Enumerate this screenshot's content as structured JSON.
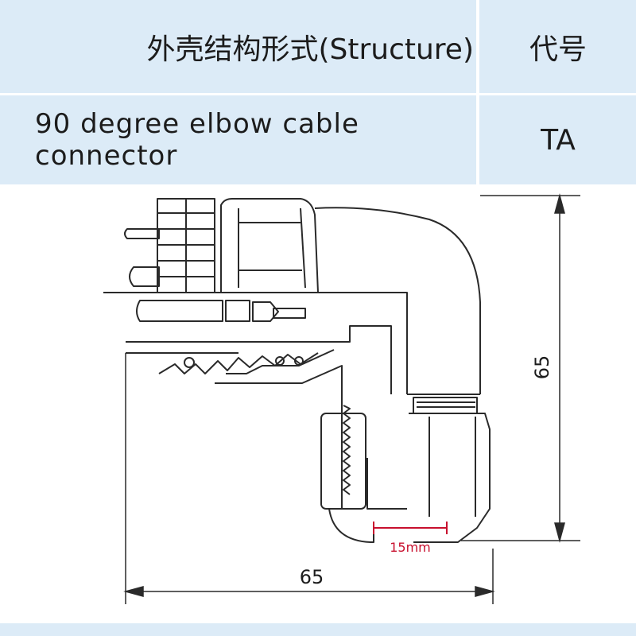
{
  "table": {
    "header_structure": "外壳结构形式(Structure)",
    "header_code": "代号",
    "row_structure": "90 degree elbow cable connector",
    "row_code": "TA"
  },
  "drawing": {
    "dim_height": "65",
    "dim_width": "65",
    "dim_cable": "15mm",
    "colors": {
      "line": "#2a2a2a",
      "accent_red": "#c8102e",
      "table_bg": "#dcebf7"
    }
  }
}
